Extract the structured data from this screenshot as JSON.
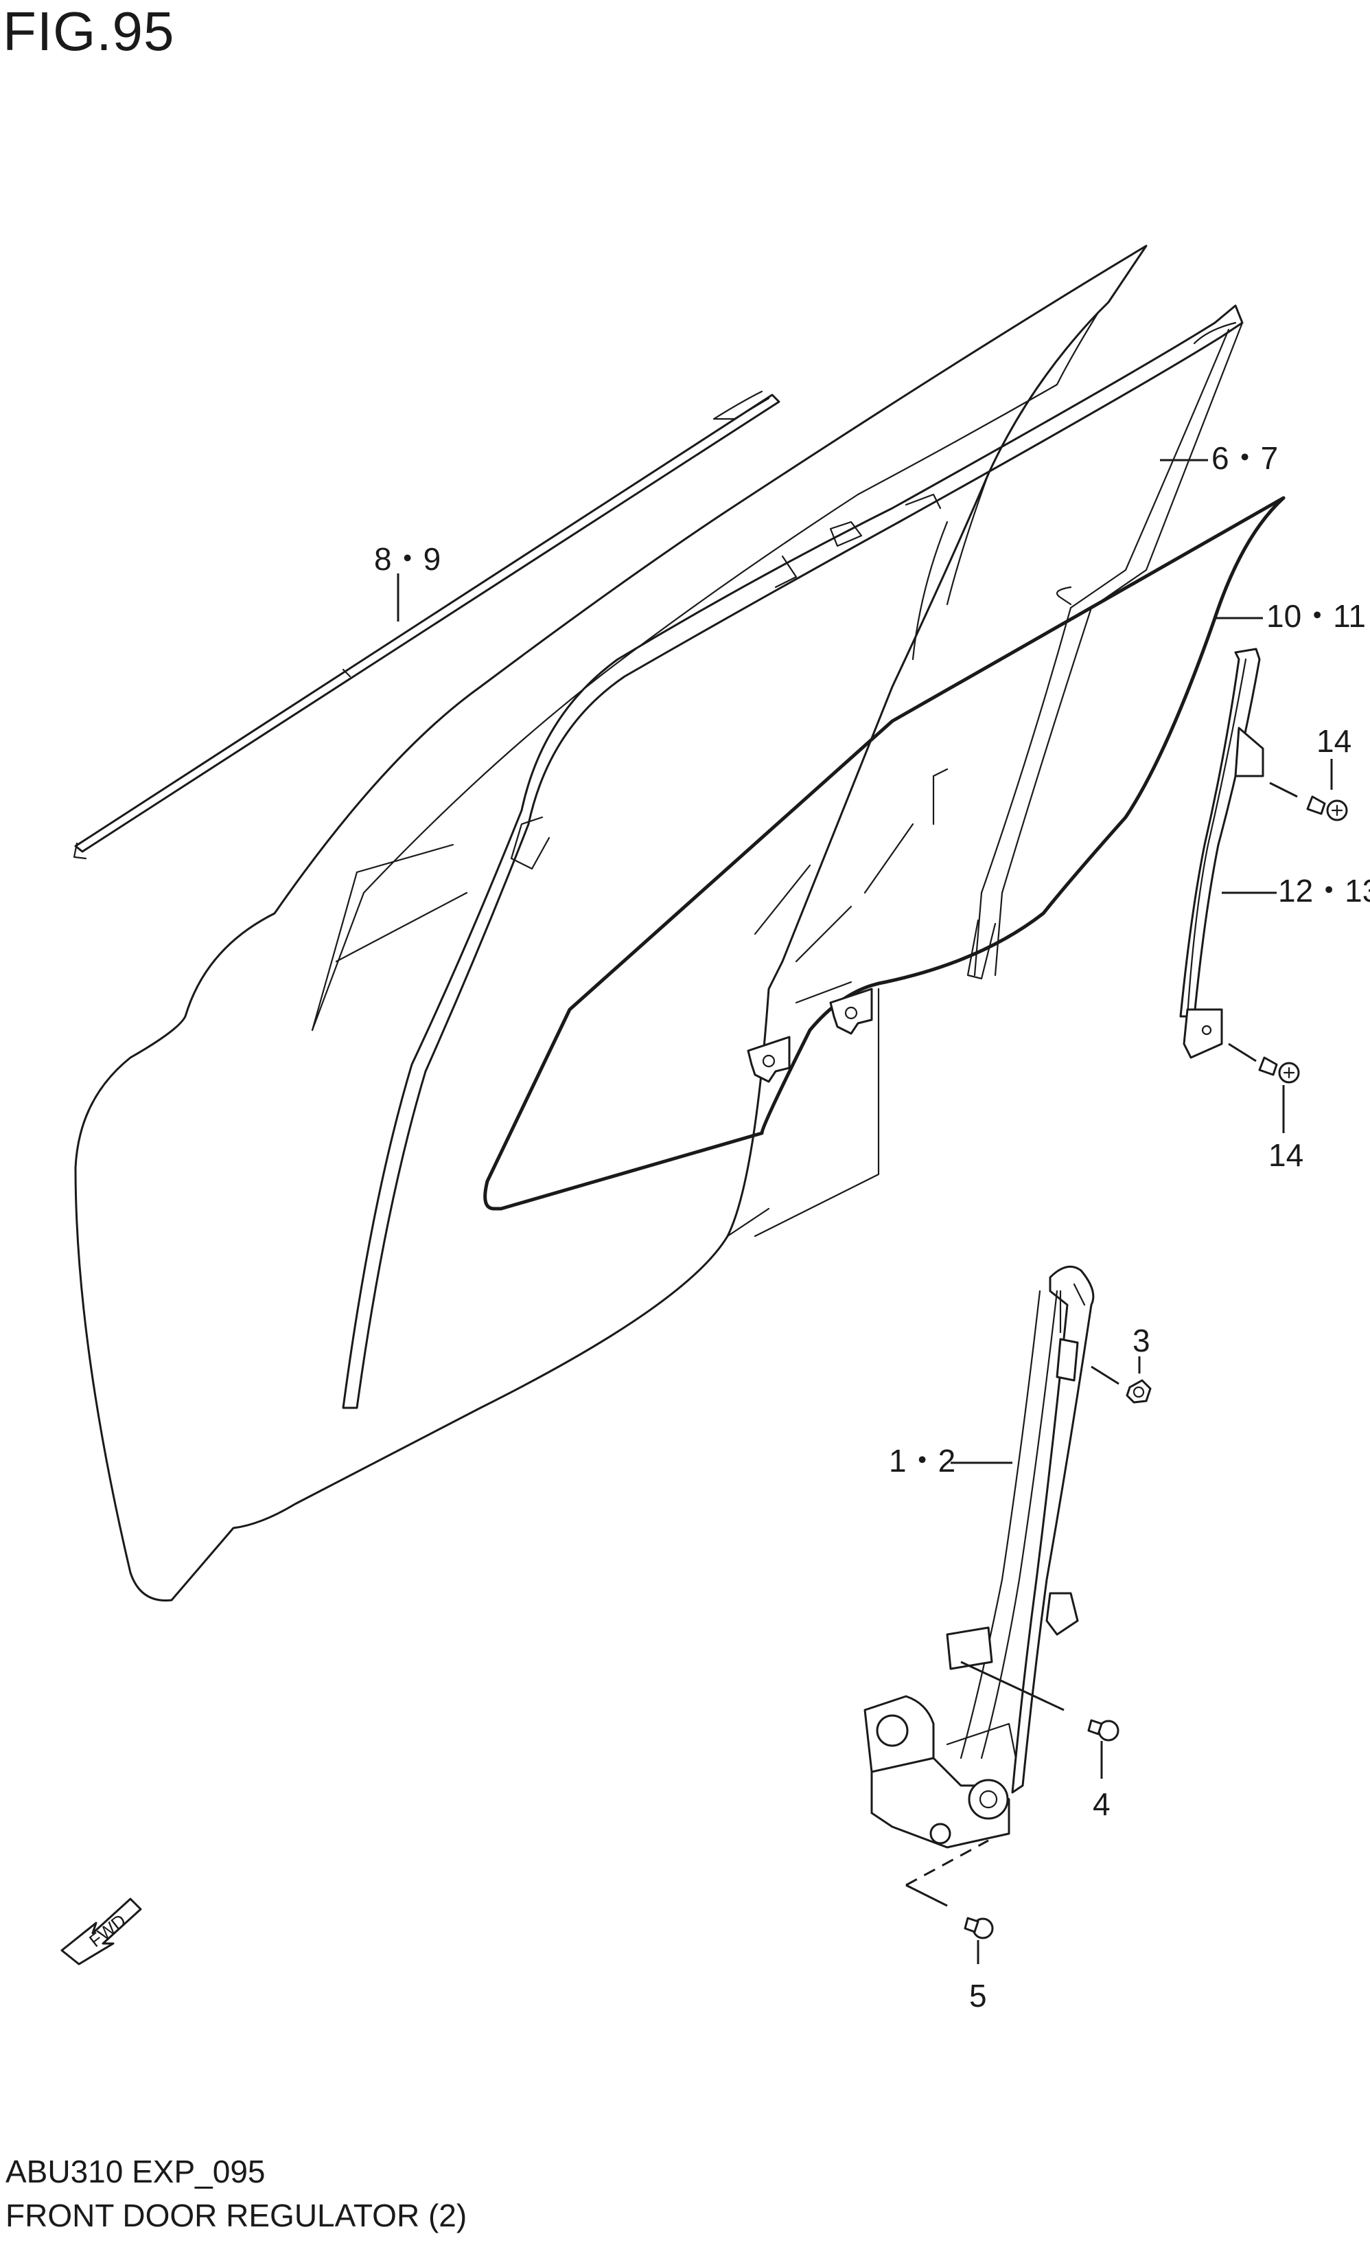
{
  "figure": {
    "title": "FIG.95",
    "code": "ABU310 EXP_095",
    "name": "FRONT DOOR REGULATOR (2)"
  },
  "callouts": {
    "c_6_7": "6・7",
    "c_8_9": "8・9",
    "c_10_11": "10・11",
    "c_14_top": "14",
    "c_12_13": "12・13",
    "c_14_bottom": "14",
    "c_3": "3",
    "c_1_2": "1・2",
    "c_4": "4",
    "c_5": "5"
  },
  "fwd_label": "FWD",
  "colors": {
    "line": "#1a1a1a",
    "background": "#ffffff"
  }
}
